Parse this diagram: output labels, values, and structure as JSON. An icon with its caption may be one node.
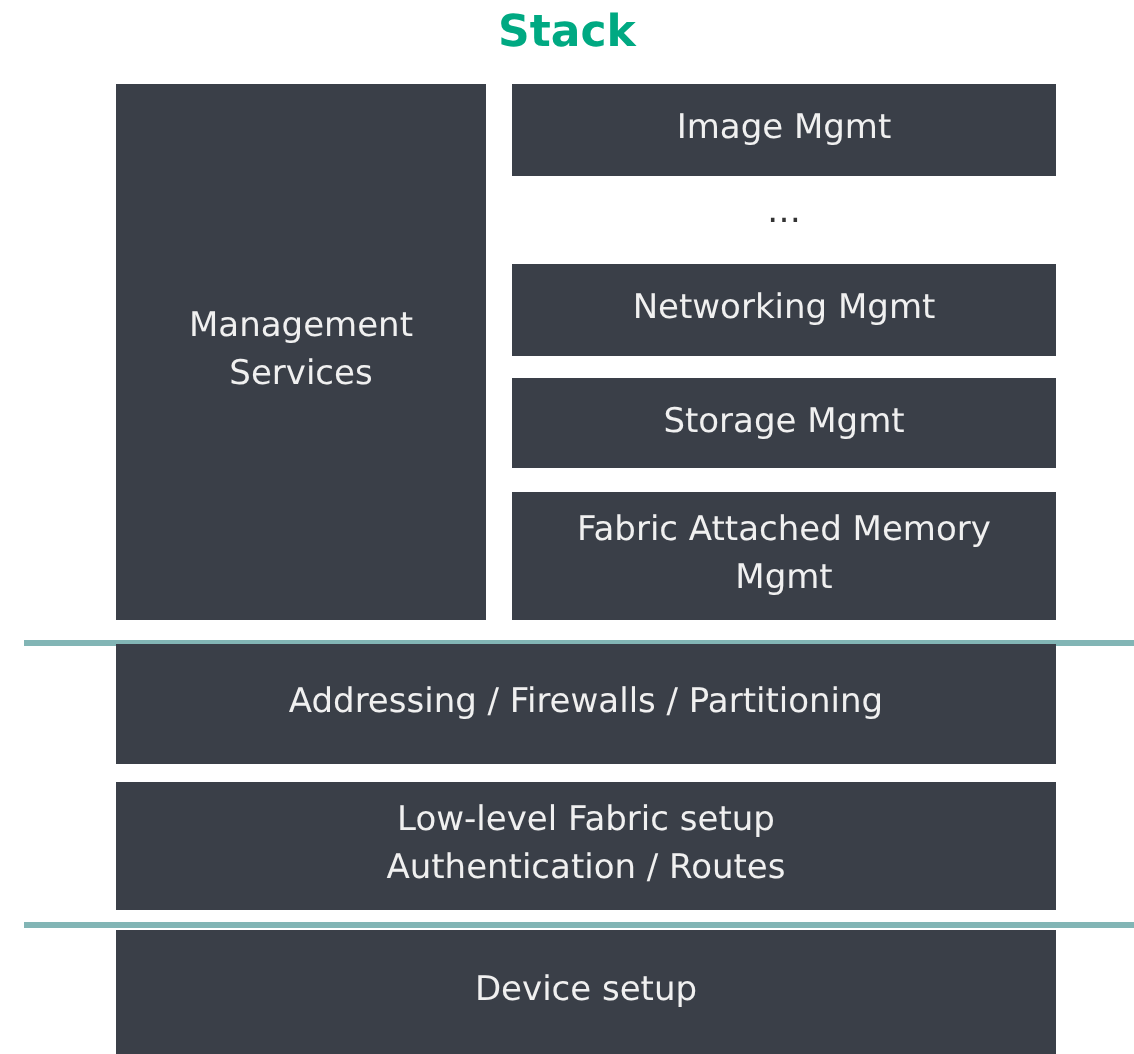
{
  "diagram": {
    "title": "Stack",
    "nodes": [
      {
        "text": [
          "Management Services"
        ]
      },
      {
        "text": [
          "Image Mgmt"
        ]
      },
      {
        "text": [
          "Networking Mgmt"
        ]
      },
      {
        "text": [
          "Storage Mgmt"
        ]
      },
      {
        "text": [
          "Fabric Attached Memory Mgmt"
        ]
      },
      {
        "text": [
          "Addressing / Firewalls / Partitioning"
        ]
      },
      {
        "text": [
          "Low-level Fabric setup Authentication / Routes"
        ]
      },
      {
        "text": [
          "Device setup"
        ]
      }
    ],
    "labels": [
      "…"
    ]
  }
}
